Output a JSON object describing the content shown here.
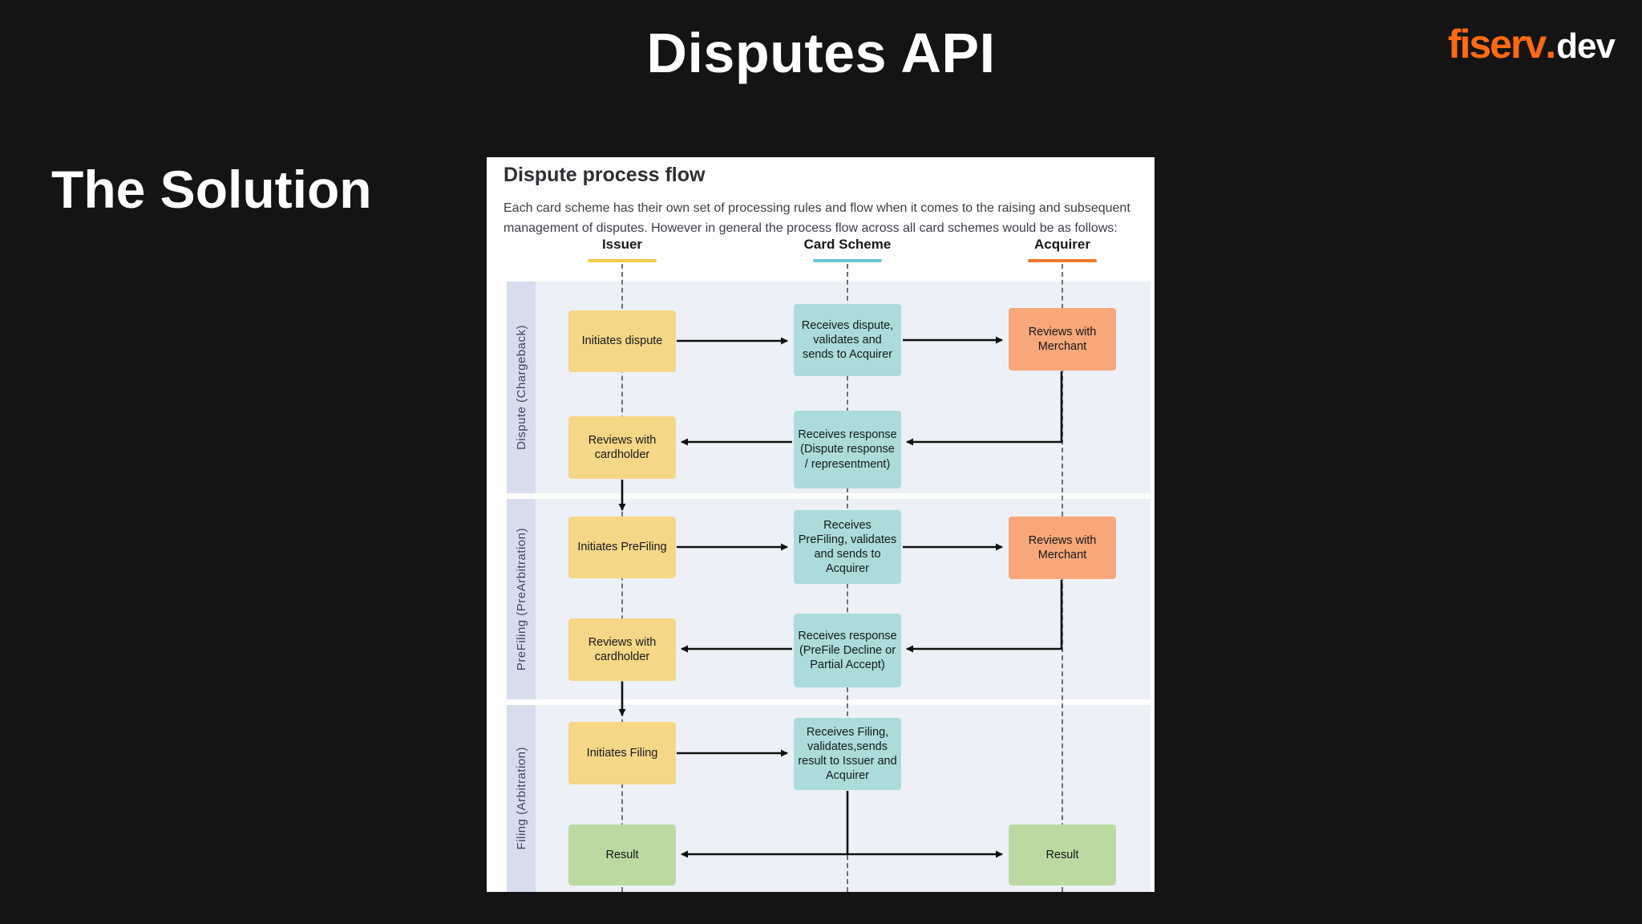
{
  "slide": {
    "title": "Disputes API",
    "subtitle": "The Solution",
    "logo": {
      "brand": "fiserv",
      "dot": ".",
      "suffix": "dev"
    }
  },
  "panel": {
    "heading": "Dispute process flow",
    "description": "Each card scheme has their own set of processing rules and flow when it comes to the raising and subsequent management of disputes. However in general the process flow across all card schemes would be as follows:",
    "columns": [
      {
        "label": "Issuer",
        "underline_color": "#f3c94a"
      },
      {
        "label": "Card Scheme",
        "underline_color": "#66c9d1"
      },
      {
        "label": "Acquirer",
        "underline_color": "#ea7a2e"
      }
    ],
    "lanes": [
      {
        "label": "Dispute (Chargeback)"
      },
      {
        "label": "PreFiling (PreArbitration)"
      },
      {
        "label": "Filing (Arbitration)"
      }
    ],
    "boxes": [
      {
        "label": "Initiates dispute",
        "actor": "Issuer",
        "lane": "Dispute (Chargeback)",
        "color": "#f6d787"
      },
      {
        "label": "Receives dispute, validates and sends to Acquirer",
        "actor": "Card Scheme",
        "lane": "Dispute (Chargeback)",
        "color": "#abdcdb"
      },
      {
        "label": "Reviews with Merchant",
        "actor": "Acquirer",
        "lane": "Dispute (Chargeback)",
        "color": "#f7a779"
      },
      {
        "label": "Reviews with cardholder",
        "actor": "Issuer",
        "lane": "Dispute (Chargeback)",
        "color": "#f6d787"
      },
      {
        "label": "Receives response (Dispute response / representment)",
        "actor": "Card Scheme",
        "lane": "Dispute (Chargeback)",
        "color": "#abdcdb"
      },
      {
        "label": "Initiates PreFiling",
        "actor": "Issuer",
        "lane": "PreFiling (PreArbitration)",
        "color": "#f6d787"
      },
      {
        "label": "Receives PreFiling, validates and sends to Acquirer",
        "actor": "Card Scheme",
        "lane": "PreFiling (PreArbitration)",
        "color": "#abdcdb"
      },
      {
        "label": "Reviews with Merchant",
        "actor": "Acquirer",
        "lane": "PreFiling (PreArbitration)",
        "color": "#f7a779"
      },
      {
        "label": "Reviews with cardholder",
        "actor": "Issuer",
        "lane": "PreFiling (PreArbitration)",
        "color": "#f6d787"
      },
      {
        "label": "Receives response (PreFile Decline or Partial Accept)",
        "actor": "Card Scheme",
        "lane": "PreFiling (PreArbitration)",
        "color": "#abdcdb"
      },
      {
        "label": "Initiates Filing",
        "actor": "Issuer",
        "lane": "Filing (Arbitration)",
        "color": "#f6d787"
      },
      {
        "label": "Receives Filing, validates,sends result to Issuer and Acquirer",
        "actor": "Card Scheme",
        "lane": "Filing (Arbitration)",
        "color": "#abdcdb"
      },
      {
        "label": "Result",
        "actor": "Issuer",
        "lane": "Filing (Arbitration)",
        "color": "#bcd9a2"
      },
      {
        "label": "Result",
        "actor": "Acquirer",
        "lane": "Filing (Arbitration)",
        "color": "#bcd9a2"
      }
    ]
  },
  "colors": {
    "background": "#141414",
    "logo_orange": "#ff6a13",
    "panel_bg": "#fdfdfe",
    "lane_bg": "#edf1f7",
    "lane_strip_bg": "#d8ddee",
    "box_yellow": "#f6d787",
    "box_teal": "#abdcdb",
    "box_orange": "#f7a779",
    "box_green": "#bcd9a2",
    "arrow": "#111111"
  }
}
